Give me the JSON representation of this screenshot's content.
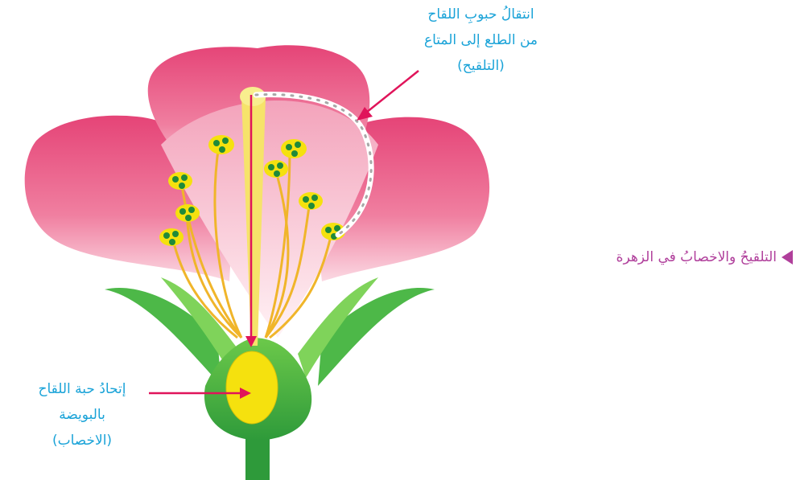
{
  "pollination_label": [
    "انتقالُ حبوبِ اللقاح",
    "من الطلع إلى المتاع",
    "(التلقيح)"
  ],
  "fertilization_label": [
    "إتحادُ حبة اللقاح",
    "بالبويضة",
    "(الاخصاب)"
  ],
  "caption": "التلقيحُ والاخصابُ في الزهرة",
  "colors": {
    "petal": "#e8507a",
    "petal_light": "#f7b6c8",
    "sepal": "#4db848",
    "ovary": "#f5e10e",
    "arrow": "#e0145a",
    "label_text": "#1aa3d8",
    "caption_text": "#b03f9b"
  }
}
